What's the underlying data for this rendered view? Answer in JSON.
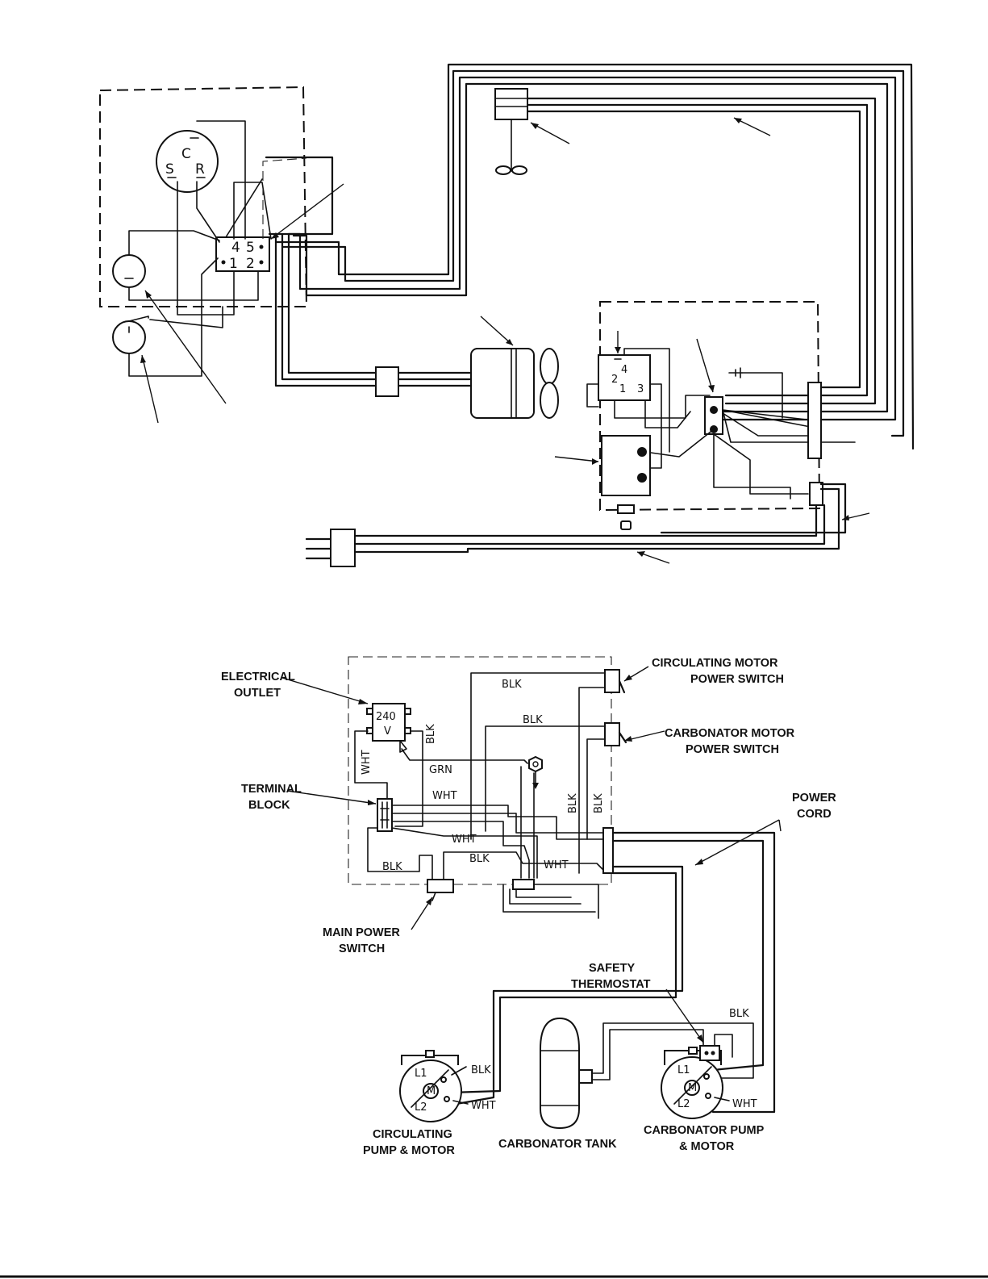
{
  "diagram_top": {
    "compressor_terminals": [
      "C",
      "S",
      "R"
    ],
    "relay_terminals": [
      "4",
      "5",
      "1",
      "2"
    ],
    "control_terminals": [
      "4",
      "2",
      "1",
      "3"
    ]
  },
  "diagram_bottom": {
    "labels": {
      "electrical_outlet": [
        "ELECTRICAL",
        "OUTLET"
      ],
      "terminal_block": [
        "TERMINAL",
        "BLOCK"
      ],
      "main_power_switch": [
        "MAIN POWER",
        "SWITCH"
      ],
      "circulating_motor_power_switch": [
        "CIRCULATING MOTOR",
        "POWER SWITCH"
      ],
      "carbonator_motor_power_switch": [
        "CARBONATOR MOTOR",
        "POWER SWITCH"
      ],
      "power_cord": [
        "POWER",
        "CORD"
      ],
      "safety_thermostat": [
        "SAFETY",
        "THERMOSTAT"
      ],
      "circulating_pump_motor": [
        "CIRCULATING",
        "PUMP & MOTOR"
      ],
      "carbonator_tank": "CARBONATOR TANK",
      "carbonator_pump_motor": [
        "CARBONATOR PUMP",
        "& MOTOR"
      ]
    },
    "outlet_rating": [
      "240",
      "V"
    ],
    "wire_labels": {
      "blk": "BLK",
      "wht": "WHT",
      "grn": "GRN"
    },
    "motor_terminals": {
      "l1": "L1",
      "l2": "L2",
      "m": "M"
    }
  }
}
